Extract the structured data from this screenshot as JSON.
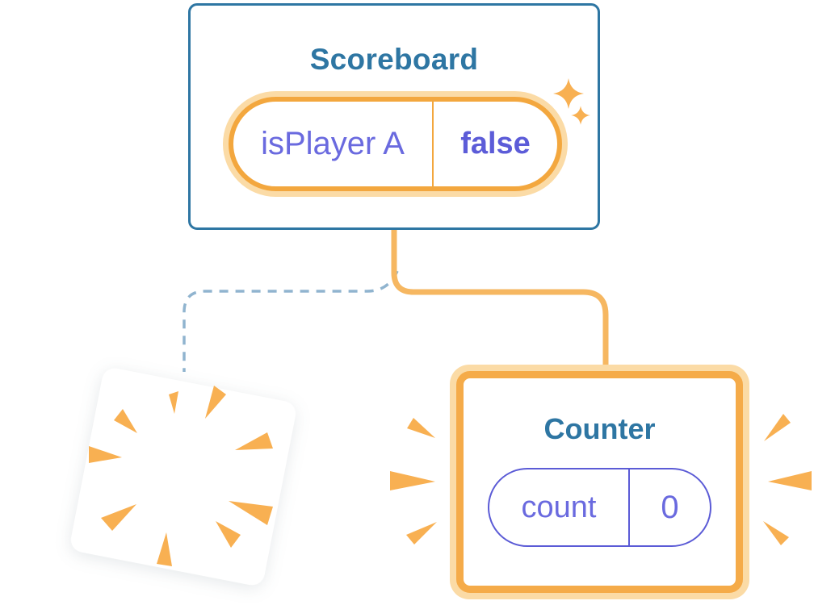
{
  "colors": {
    "blue": "#2E76A3",
    "purple": "#6A6ADF",
    "purple-bold": "#5C5CD8",
    "purple-line": "#5B5BD6",
    "orange": "#F3A73E",
    "orange2": "#F5AB49",
    "halo": "#FBDBA6",
    "connector": "#F6B761",
    "spark": "#F8B052",
    "dash": "#90B4CF"
  },
  "scoreboard": {
    "title": "Scoreboard",
    "pill": {
      "key": "isPlayer A",
      "value": "false"
    }
  },
  "counter": {
    "title": "Counter",
    "pill": {
      "key": "count",
      "value": "0"
    }
  },
  "icons": {
    "sparkles": "sparkle-icon",
    "explosion": "explosion-burst-icon",
    "sparks": "spark-rays-icon"
  }
}
